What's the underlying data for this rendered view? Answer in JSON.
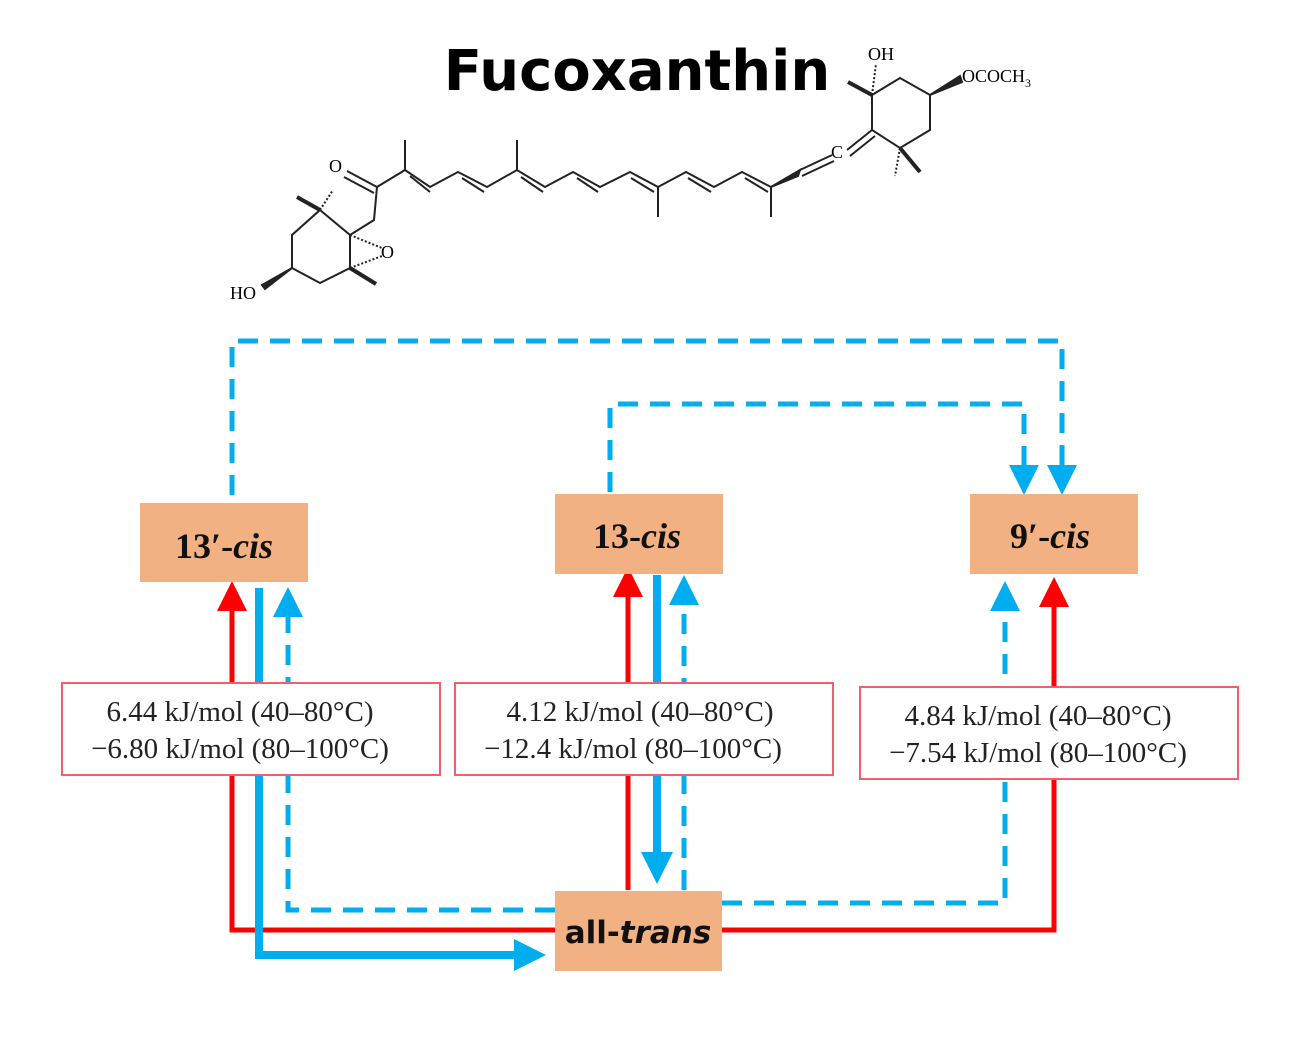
{
  "title": "Fucoxanthin",
  "molecule": {
    "labels": {
      "o_ketone": "O",
      "o_epoxide": "O",
      "ho": "HO",
      "oh": "OH",
      "acetate": "OCOCH",
      "acetate_sub": "3",
      "allene_c": "C"
    }
  },
  "isomers": {
    "i13p": {
      "num": "13′-",
      "suffix": "cis"
    },
    "i13": {
      "num": "13-",
      "suffix": "cis"
    },
    "i9p": {
      "num": "9′-",
      "suffix": "cis"
    },
    "allt": {
      "prefix": "all-",
      "suffix": "trans"
    }
  },
  "energies": [
    {
      "line1": "6.44 kJ/mol (40–80°C)",
      "line2": "−6.80 kJ/mol (80–100°C)"
    },
    {
      "line1": "4.12 kJ/mol (40–80°C)",
      "line2": "−12.4 kJ/mol (80–100°C)"
    },
    {
      "line1": "4.84 kJ/mol (40–80°C)",
      "line2": "−7.54 kJ/mol (80–100°C)"
    }
  ],
  "colors": {
    "red": "#ff0000",
    "blue": "#00aeef",
    "box": "#f2b183",
    "label_border": "#f0606a"
  }
}
